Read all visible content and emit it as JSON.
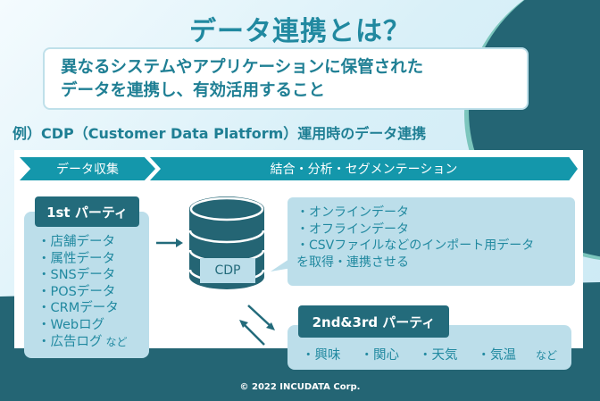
{
  "title": "データ連携とは？",
  "definition": {
    "line1": "異なるシステムやアプリケーションに保管された",
    "line2": "データを連携し、有効活用すること"
  },
  "example_heading": "例）CDP（Customer Data Platform）運用時のデータ連携",
  "stages": [
    {
      "label": "データ収集"
    },
    {
      "label": "結合・分析・セグメンテーション"
    }
  ],
  "first_party": {
    "label": "1st パーティ",
    "items": [
      "・店舗データ",
      "・属性データ",
      "・SNSデータ",
      "・POSデータ",
      "・CRMデータ",
      "・Webログ",
      "・広告ログ"
    ],
    "suffix": "など"
  },
  "cdp": {
    "label": "CDP",
    "bubble_lines": [
      "・オンラインデータ",
      "・オフラインデータ",
      "・CSVファイルなどのインポート用データ",
      "を取得・連携させる"
    ]
  },
  "second_third_party": {
    "label": "2nd&3rd パーティ",
    "items": [
      "・興味",
      "・関心",
      "・天気",
      "・気温"
    ],
    "suffix": "など"
  },
  "colors": {
    "primary_dark": "#246574",
    "stage_teal": "#1497ab",
    "text_teal": "#2189a0",
    "light_box": "#bcdeea",
    "accent_green": "#7cc6bd"
  },
  "footer": "© 2022 INCUDATA Corp."
}
